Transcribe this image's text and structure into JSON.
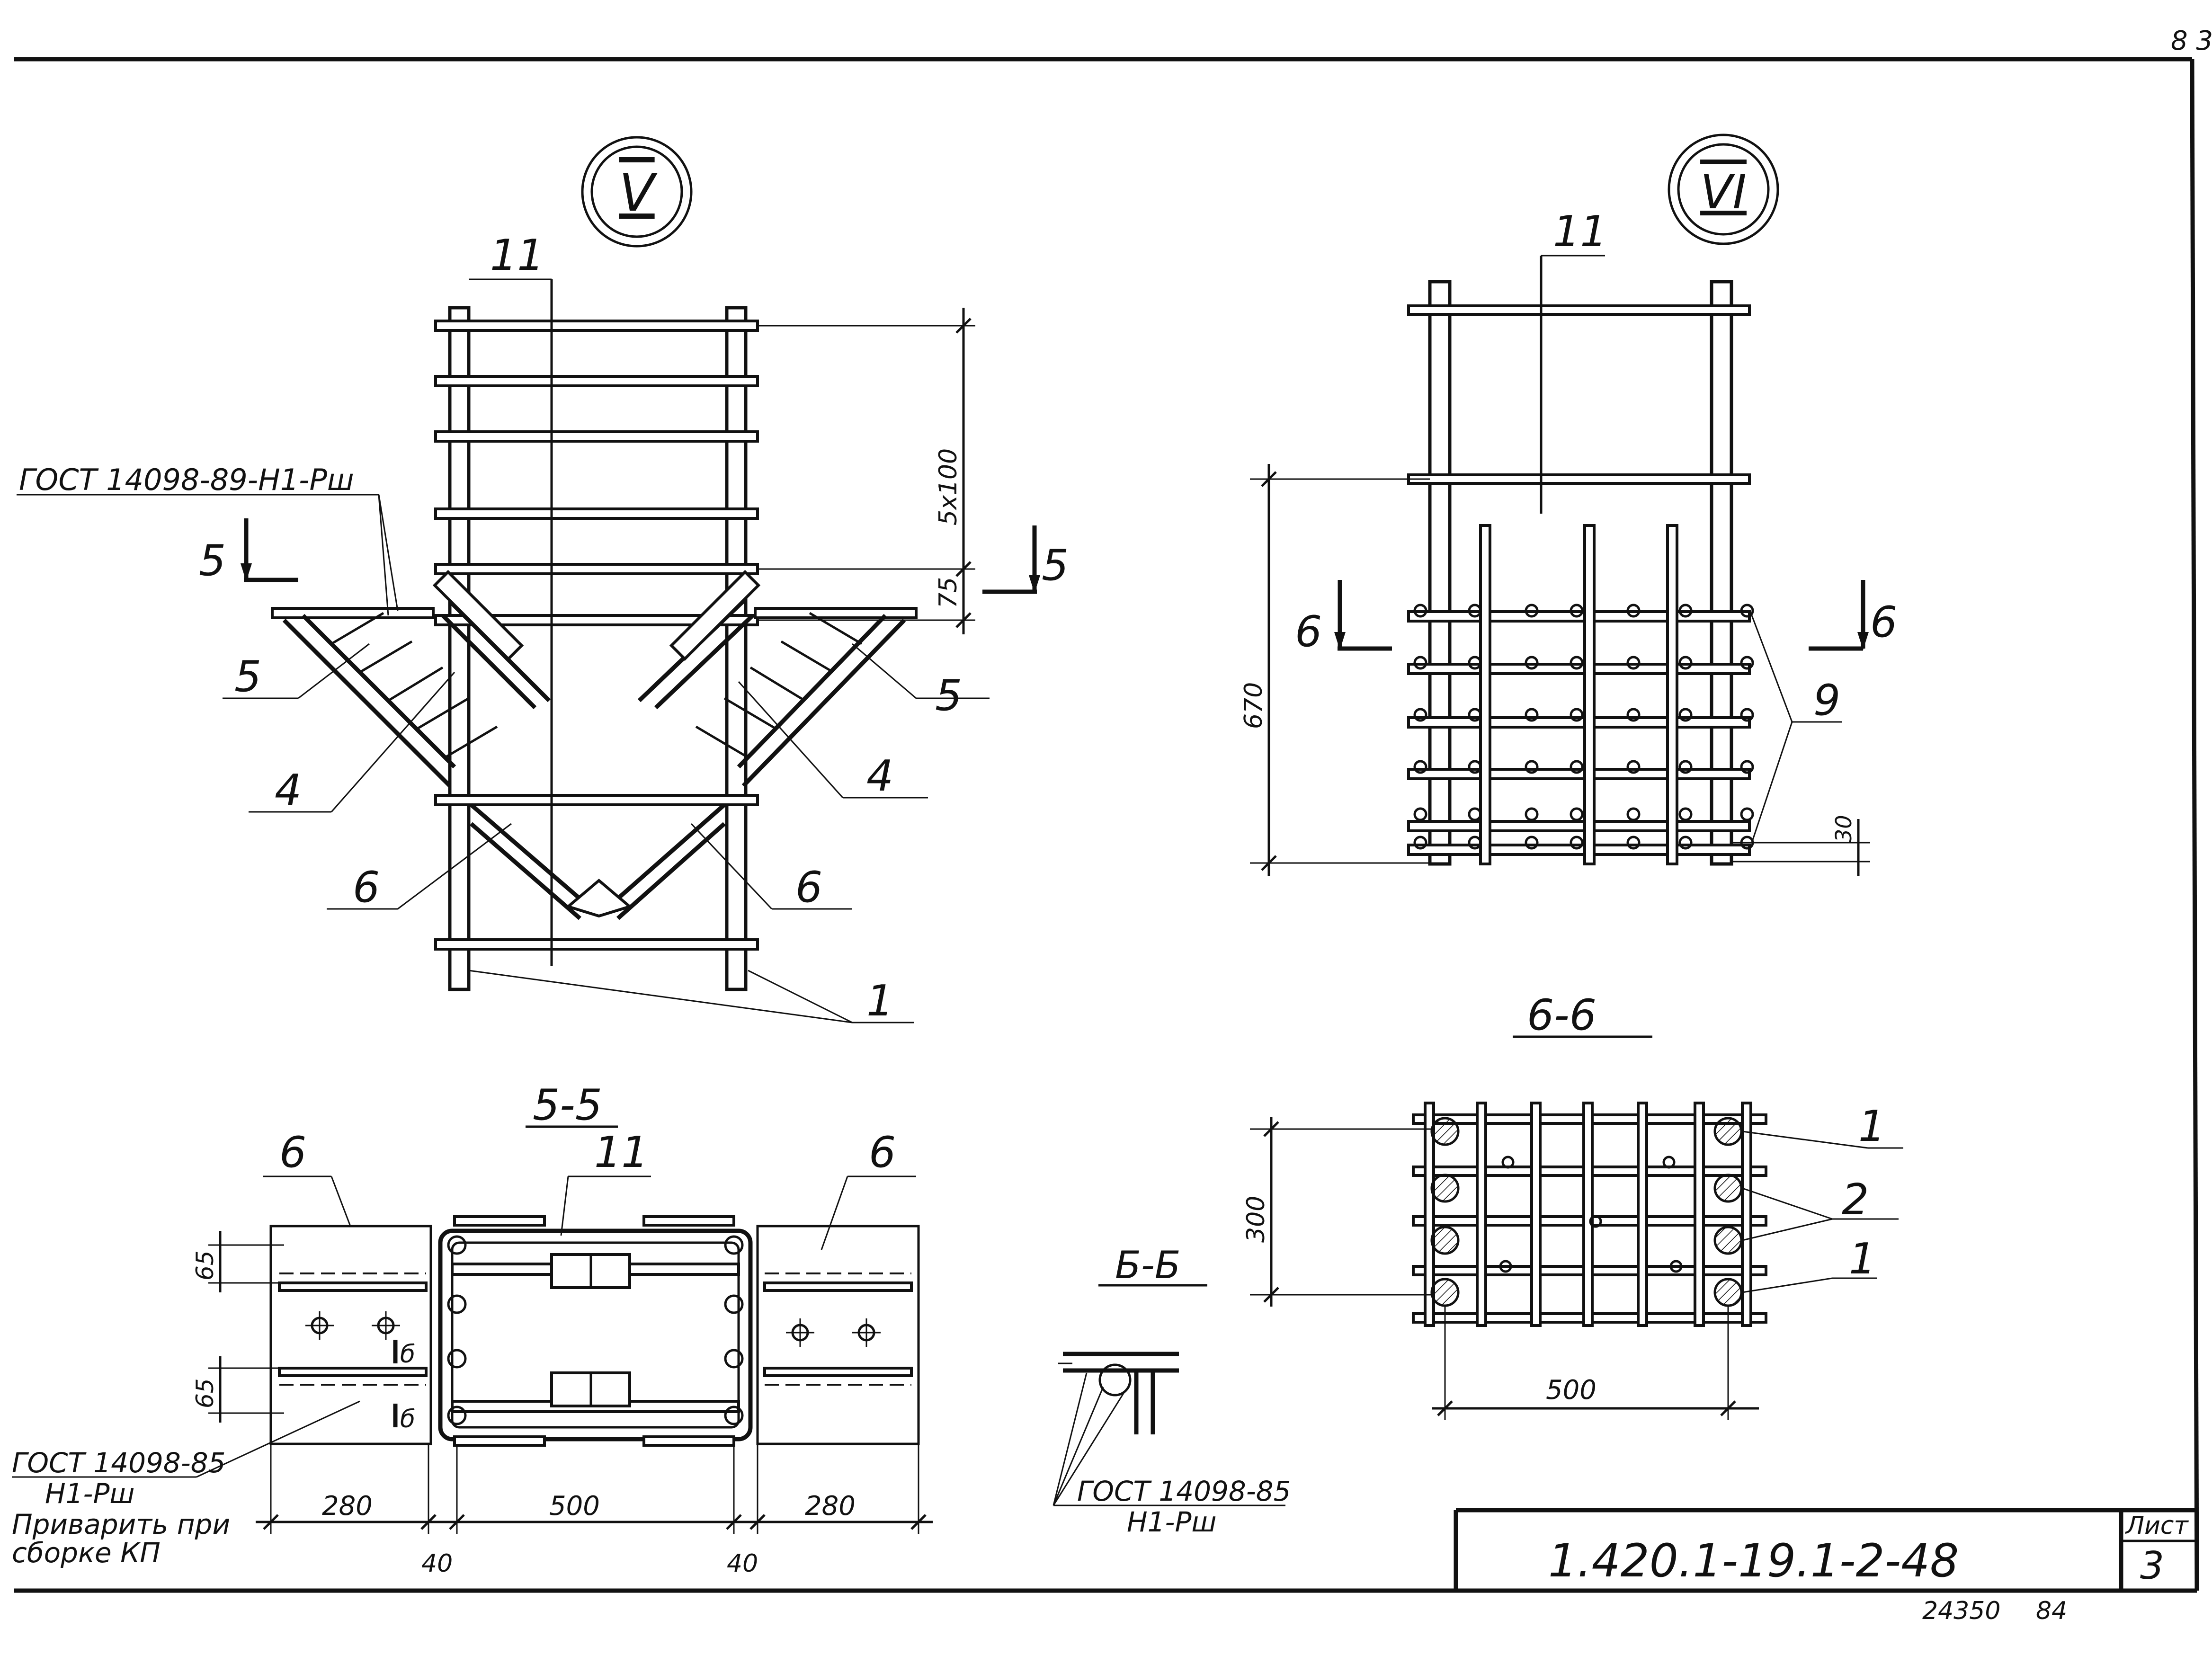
{
  "corner_mark": "8 3",
  "views": {
    "v": {
      "roman": "V"
    },
    "vi": {
      "roman": "VI"
    }
  },
  "sections": {
    "s55": "5-5",
    "s66": "6-6",
    "sbb": "Б-Б"
  },
  "weld_notes": {
    "gost_top": "ГОСТ 14098-89-Н1-Рш",
    "gost_left_1": "ГОСТ 14098-85",
    "gost_left_2": "Н1-Рш",
    "gost_left_3": "Приварить при",
    "gost_left_4": "сборке КП",
    "gost_bb_1": "ГОСТ 14098-85",
    "gost_bb_2": "Н1-Рш"
  },
  "callouts": {
    "v_11": "11",
    "v_5l": "5",
    "v_5r": "5",
    "v_4l": "4",
    "v_4r": "4",
    "v_6l": "6",
    "v_6r": "6",
    "v_1": "1",
    "v_cut_l": "5",
    "v_cut_r": "5",
    "vi_11": "11",
    "vi_9": "9",
    "vi_cut_l": "6",
    "vi_cut_r": "6",
    "s55_6l": "6",
    "s55_11": "11",
    "s55_6r": "6",
    "s55_b1": "б",
    "s55_b2": "б",
    "s66_1a": "1",
    "s66_2": "2",
    "s66_1b": "1"
  },
  "dimensions": {
    "v_5x100": "5х100",
    "v_75": "75",
    "vi_670": "670",
    "vi_30": "30",
    "s55_65a": "65",
    "s55_65b": "65",
    "s55_280l": "280",
    "s55_500": "500",
    "s55_280r": "280",
    "s55_40l": "40",
    "s55_40r": "40",
    "s66_300": "300",
    "s66_500": "500"
  },
  "title_block": {
    "designation": "1.420.1-19.1-2-48",
    "sheet_label": "Лист",
    "sheet_no": "3",
    "archive_no": "24350",
    "page_mark": "84"
  }
}
